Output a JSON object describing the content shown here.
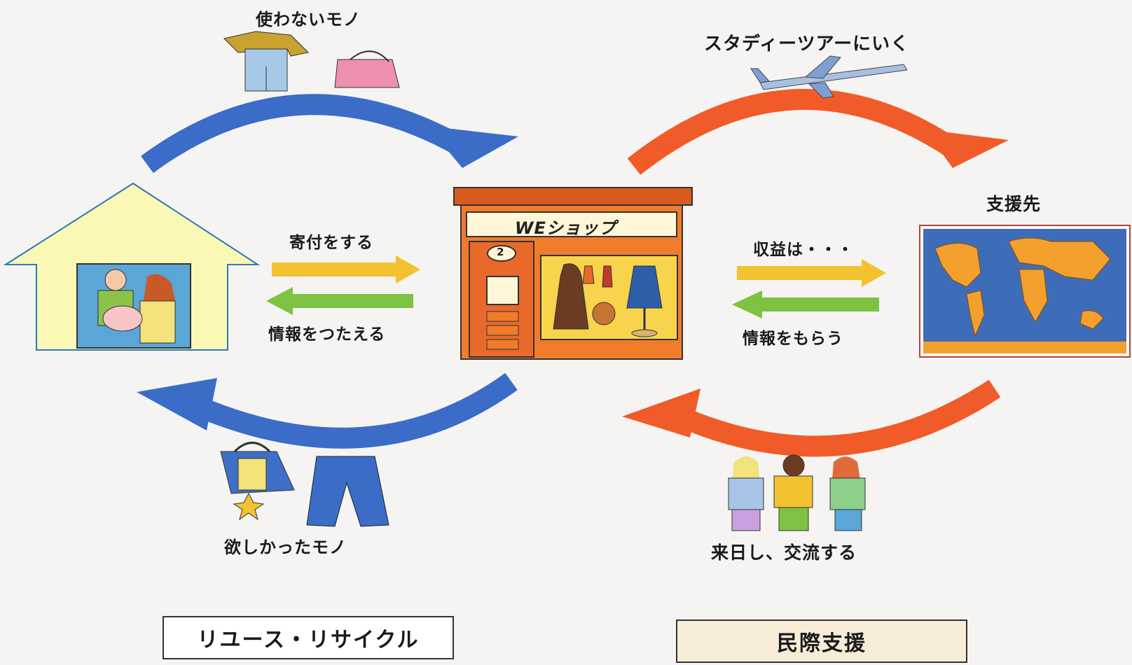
{
  "labels": {
    "unused_items": "使わないモノ",
    "study_tour": "スタディーツアーにいく",
    "support_destination": "支援先",
    "donate": "寄付をする",
    "convey_info": "情報をつたえる",
    "profit": "収益は・・・",
    "receive_info": "情報をもらう",
    "wanted_items": "欲しかったモノ",
    "visit_japan": "来日し、交流する",
    "shop_sign": "WEショップ",
    "shop_number": "2"
  },
  "boxes": {
    "reuse_recycle": "リユース・リサイクル",
    "civil_support": "民際支援"
  },
  "colors": {
    "blue_arrow": "#3a6cc8",
    "orange_arrow": "#f15a29",
    "yellow_arrow": "#f2c230",
    "green_arrow": "#7dc242",
    "house": "#fbf7b4",
    "shop": "#ef7b2b",
    "map_ocean": "#3d6db8",
    "map_land": "#f3a12c",
    "box_left": "#ffffff",
    "box_right": "#f7ecd6"
  },
  "icons": [
    "clothes-icon",
    "bag-icon",
    "airplane-icon",
    "house-icon",
    "family-icon",
    "shop-icon",
    "world-map-icon",
    "tote-bag-icon",
    "jeans-icon",
    "visitors-icon"
  ]
}
